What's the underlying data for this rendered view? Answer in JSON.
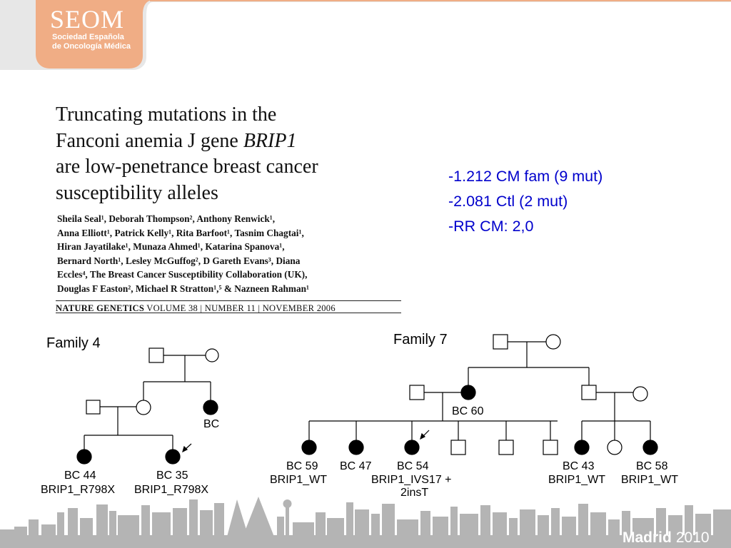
{
  "logo": {
    "main": "SEOM",
    "line1": "Sociedad Española",
    "line2": "de Oncología Médica"
  },
  "paper": {
    "title_lines": [
      "Truncating mutations in the",
      "Fanconi anemia J gene ",
      "BRIP1",
      "are low-penetrance breast cancer",
      "susceptibility alleles"
    ],
    "author_lines": [
      "Sheila Seal¹, Deborah Thompson², Anthony Renwick¹,",
      "Anna Elliott¹, Patrick Kelly¹, Rita Barfoot¹, Tasnim Chagtai¹,",
      "Hiran Jayatilake¹, Munaza Ahmed¹, Katarina Spanova¹,",
      "Bernard North¹, Lesley McGuffog², D Gareth Evans³, Diana",
      "Eccles⁴, The Breast Cancer Susceptibility Collaboration (UK),",
      "Douglas F Easton², Michael R Stratton¹,⁵ & Nazneen Rahman¹"
    ],
    "journal_name": "NATURE GENETICS",
    "journal_details": " VOLUME 38 | NUMBER 11 | NOVEMBER 2006"
  },
  "stats": [
    "-1.212 CM fam (9 mut)",
    "-2.081 Ctl (2 mut)",
    "-RR CM: 2,0"
  ],
  "pedigree": {
    "family4": {
      "title": "Family 4",
      "labels": {
        "bc": "BC",
        "bc44": "BC 44",
        "bc44_mut": "BRIP1_R798X",
        "bc35": "BC 35",
        "bc35_mut": "BRIP1_R798X"
      }
    },
    "family7": {
      "title": "Family 7",
      "labels": {
        "bc60": "BC 60",
        "bc59": "BC 59",
        "bc59_mut": "BRIP1_WT",
        "bc47": "BC 47",
        "bc54": "BC 54",
        "bc54_mut1": "BRIP1_IVS17 +",
        "bc54_mut2": "2insT",
        "bc43": "BC 43",
        "bc43_mut": "BRIP1_WT",
        "bc58": "BC 58",
        "bc58_mut": "BRIP1_WT"
      }
    }
  },
  "footer": {
    "madrid": "Madrid",
    "year": "2010"
  },
  "colors": {
    "brand_orange": "#f0ad85",
    "stats_blue": "#0000cc",
    "skyline_gray": "#b4b4b4"
  }
}
